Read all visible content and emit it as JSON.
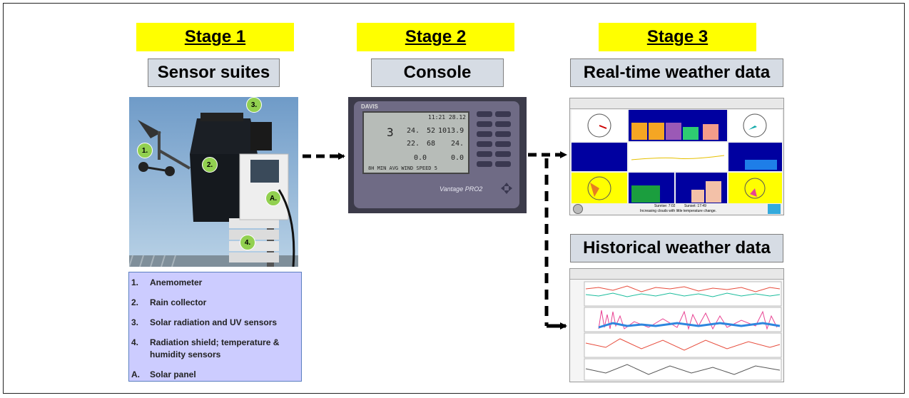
{
  "stages": [
    {
      "tag": "Stage 1",
      "label": "Sensor suites"
    },
    {
      "tag": "Stage 2",
      "label": "Console"
    },
    {
      "tag": "Stage 3",
      "label": "Real-time weather data"
    }
  ],
  "historical_label": "Historical weather data",
  "sensor_markers": [
    "1.",
    "2.",
    "3.",
    "4.",
    "A."
  ],
  "legend": [
    {
      "num": "1.",
      "text": "Anemometer"
    },
    {
      "num": "2.",
      "text": "Rain collector"
    },
    {
      "num": "3.",
      "text": "Solar radiation and UV sensors"
    },
    {
      "num": "4.",
      "text": "Radiation shield; temperature & humidity sensors"
    },
    {
      "num": "A.",
      "text": "Solar panel"
    }
  ],
  "console": {
    "brand": "DAVIS",
    "model": "Vantage PRO2",
    "screen": {
      "time": "11:21  28.12",
      "temp_out": "24.",
      "hum": "52",
      "pressure": "1013.9",
      "temp_in": "22.",
      "hum_in": "68",
      "v3": "24.",
      "rain1": "0.0",
      "rain2": "0.0",
      "forecast_number": "3",
      "ticker": "8H MIN AVG WIND SPEED 5"
    }
  },
  "realtime": {
    "sunrise": "Sunrise:  7:02",
    "sunset": "Sunset:  17:49",
    "forecast": "Increasing clouds with little temperature change."
  },
  "colors": {
    "stage_highlight": "#ffff00",
    "label_fill": "#d6dce4",
    "legend_fill": "#ccccff",
    "marker_green": "#92d050"
  }
}
